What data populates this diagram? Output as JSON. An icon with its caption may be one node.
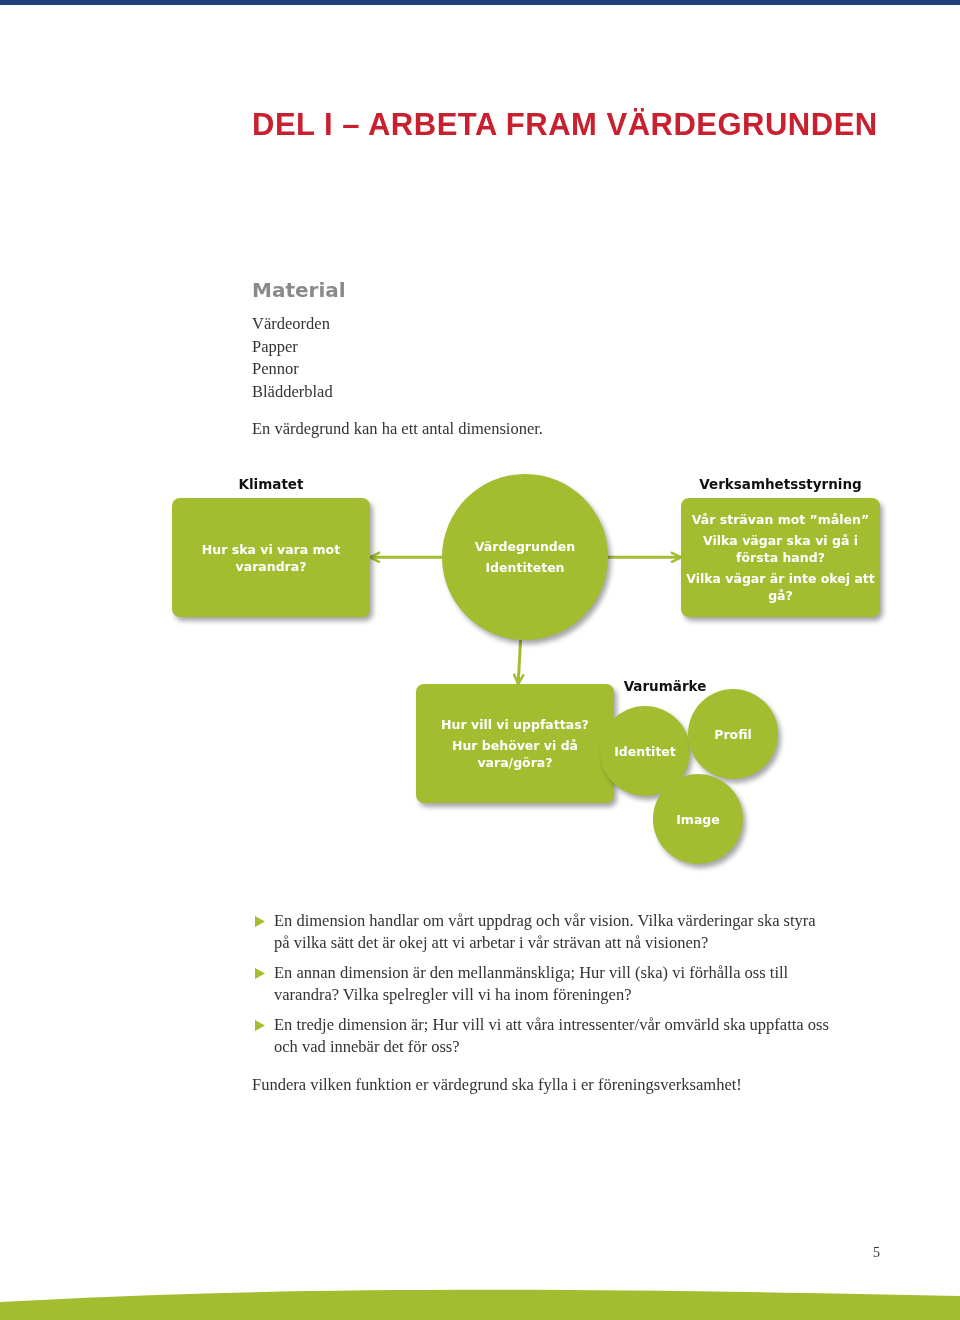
{
  "diagram": {
    "title": "DEL I – ARBETA FRAM VÄRDEGRUNDEN",
    "nodes": [
      {
        "text": [
          "Klimatet",
          "Hur ska vi vara mot varandra?"
        ]
      },
      {
        "text": [
          "Värdegrunden",
          "Identiteten"
        ]
      },
      {
        "text": [
          "Verksamhetsstyrning",
          "Vår strävan mot ”målen”",
          "Vilka vägar ska vi gå i första hand?",
          "Vilka vägar är inte okej att gå?"
        ]
      },
      {
        "text": [
          "Hur vill vi uppfattas?",
          "Hur behöver vi då vara/göra?"
        ]
      },
      {
        "text": [
          "Identitet"
        ]
      },
      {
        "text": [
          "Profil"
        ]
      },
      {
        "text": [
          "Image"
        ]
      }
    ],
    "edges": [
      {
        "from": 1,
        "to": 0,
        "arrow": "to"
      },
      {
        "from": 1,
        "to": 2,
        "arrow": "to"
      },
      {
        "from": 1,
        "to": 3,
        "arrow": "to"
      }
    ],
    "labels": [
      "Material",
      "Värdeorden",
      "Papper",
      "Pennor",
      "Blädderblad",
      "En värdegrund kan ha ett antal dimensioner.",
      "Varumärke",
      "En dimension handlar om vårt uppdrag och vår vision. Vilka värderingar ska styra på vilka sätt det är okej att vi arbetar i vår strävan att nå visionen?",
      "En annan dimension är den mellanmänskliga; Hur vill (ska) vi förhålla oss till varandra? Vilka spelregler vill vi ha inom föreningen?",
      "En tredje dimension är; Hur vill vi att våra intressenter/vår omvärld ska uppfatta oss och vad innebär det för oss?",
      "Fundera vilken funktion er värdegrund ska fylla i er föreningsverksamhet!",
      "5"
    ]
  }
}
